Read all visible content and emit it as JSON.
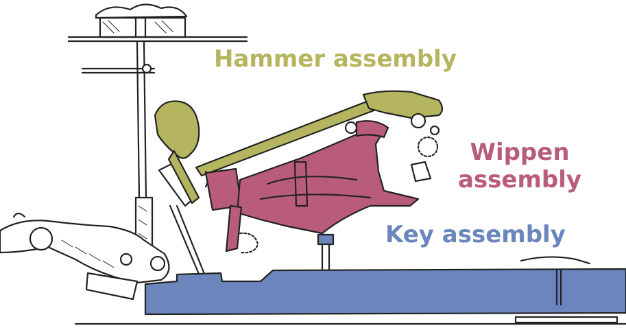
{
  "diagram": {
    "labels": {
      "hammer": "Hammer assembly",
      "wippen_line1": "Wippen",
      "wippen_line2": "assembly",
      "key": "Key assembly"
    },
    "colors": {
      "hammer": "#b5b55f",
      "wippen": "#b85c7a",
      "key": "#6b86bd",
      "ink": "#222222"
    }
  }
}
